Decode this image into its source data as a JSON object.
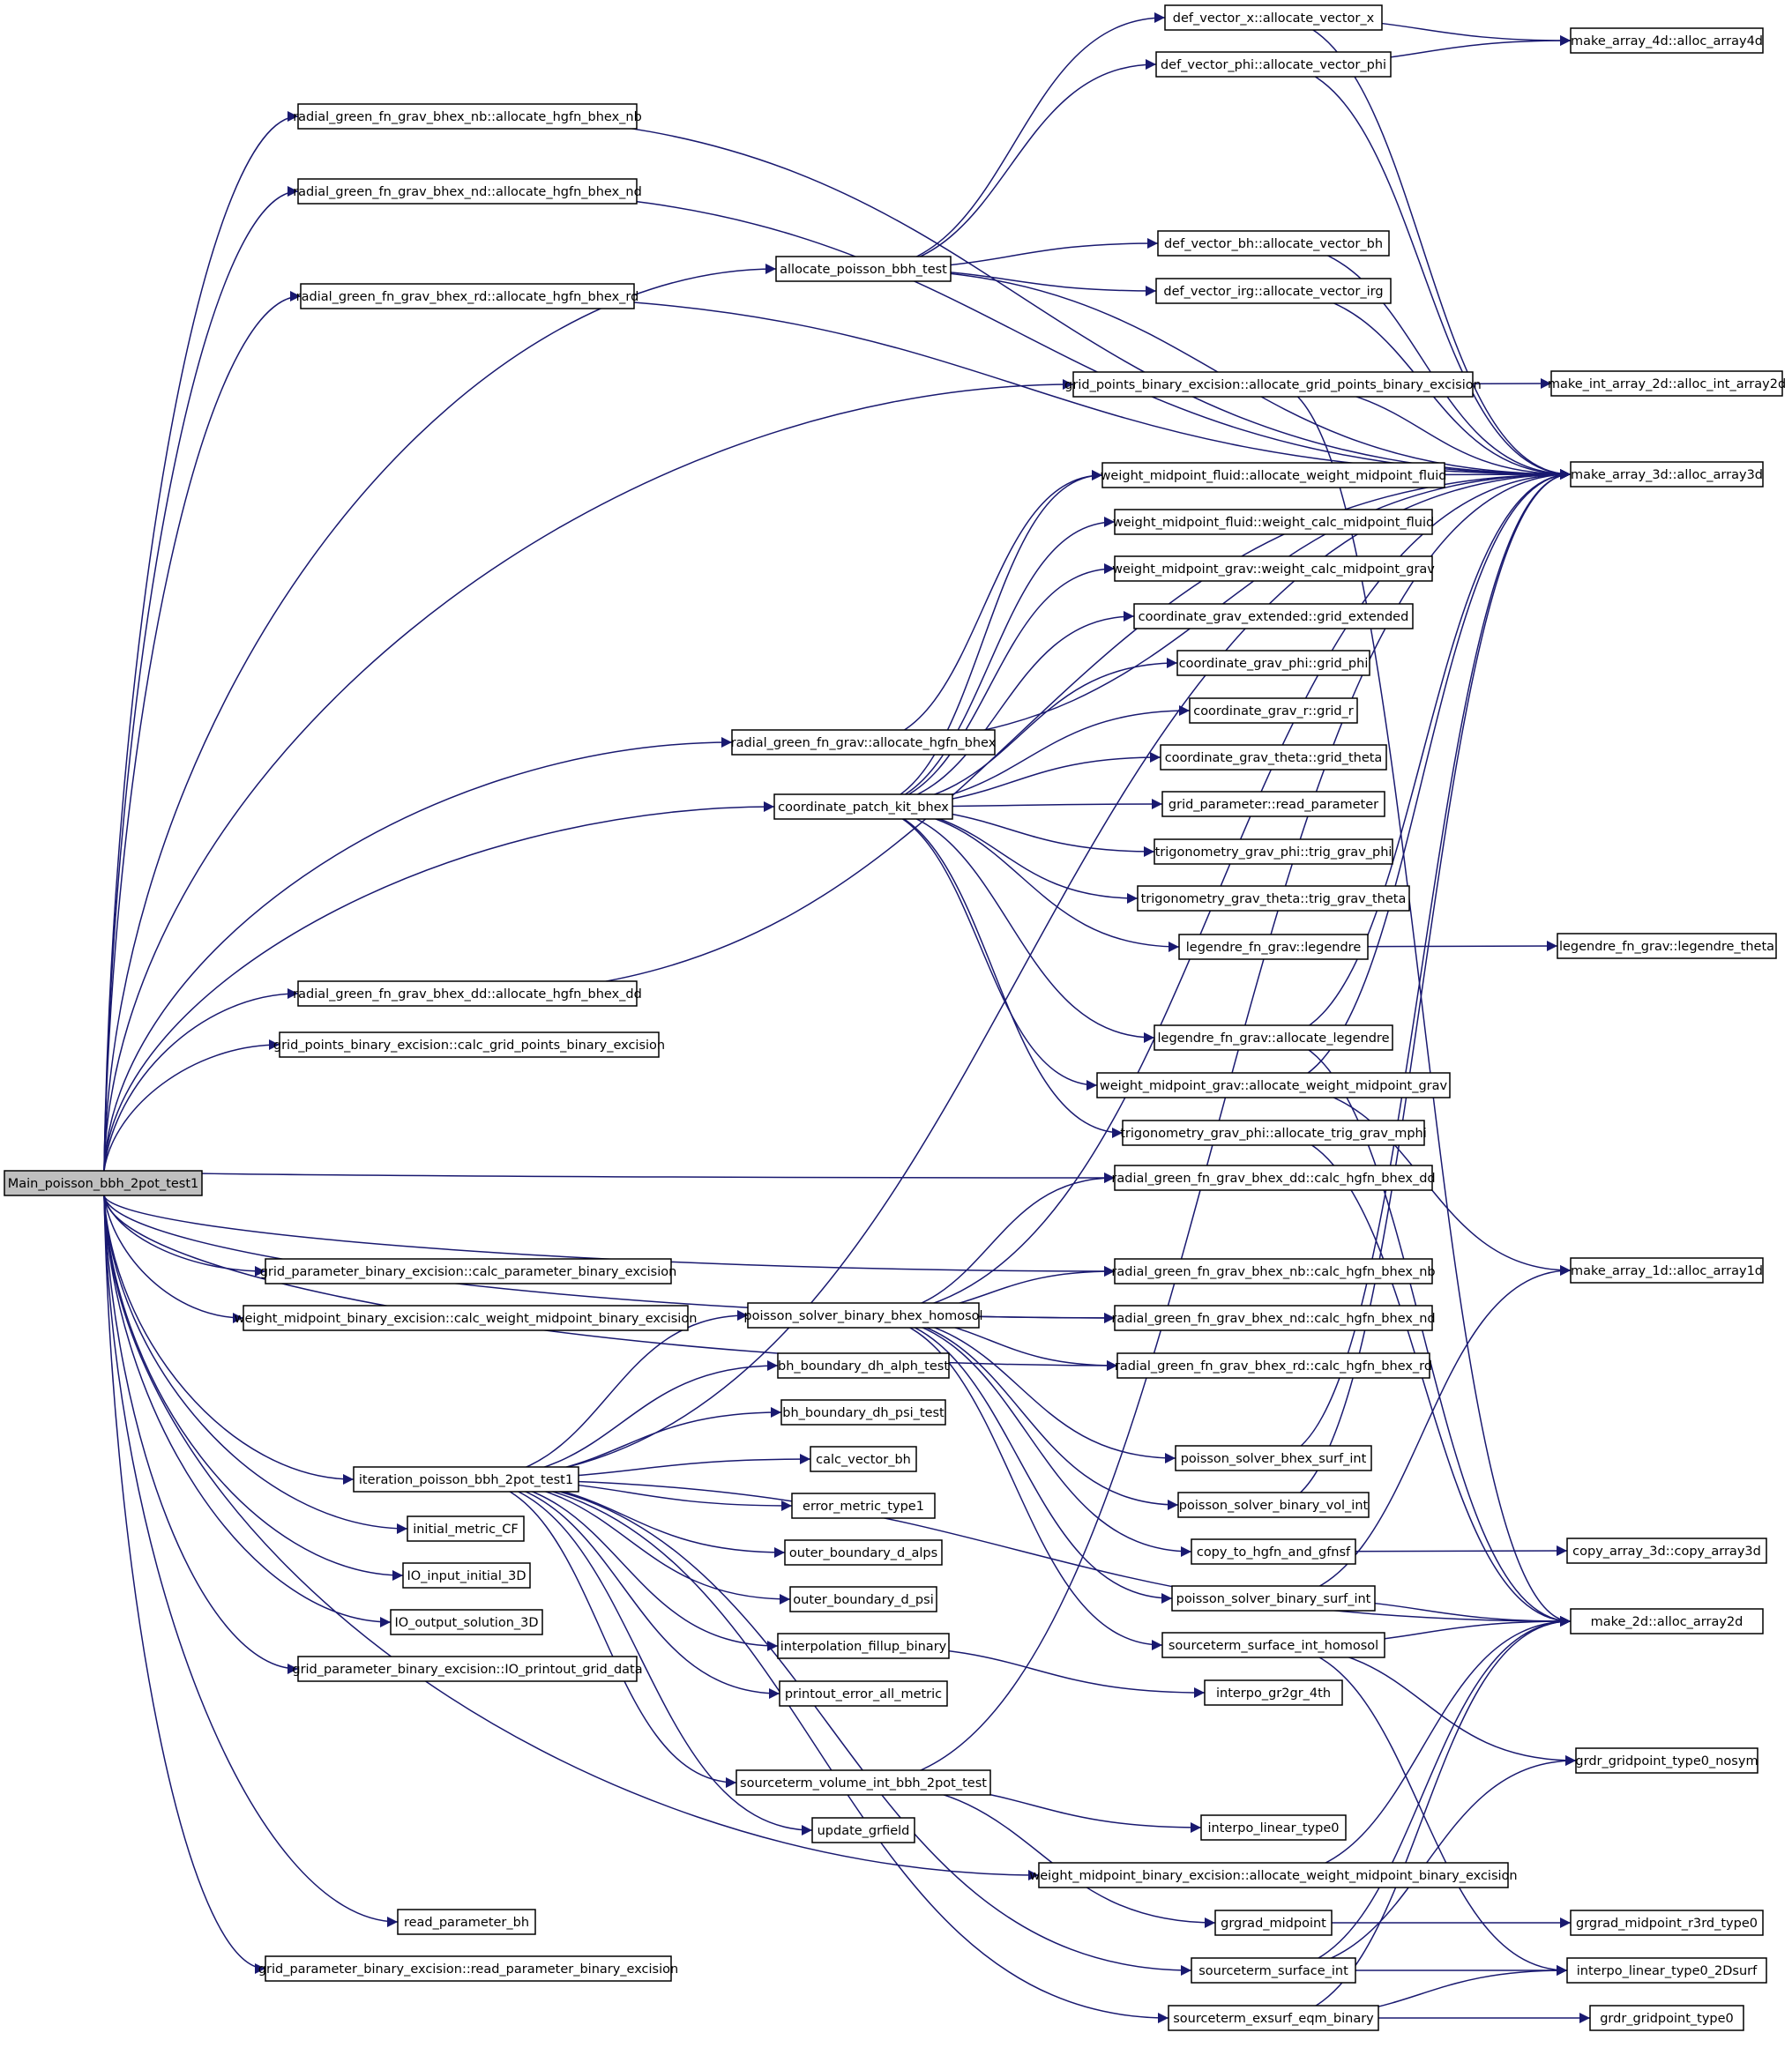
{
  "title": "",
  "colors": {
    "edge": "#191970",
    "node_border": "#000000",
    "root_fill": "#bfbfbf",
    "node_fill": "#ffffff"
  },
  "nodes": {
    "n_main": "Main_poisson_bbh_2pot_test1",
    "n_rgnb_alloc": "radial_green_fn_grav_bhex_nb::allocate_hgfn_bhex_nb",
    "n_rgnd_alloc": "radial_green_fn_grav_bhex_nd::allocate_hgfn_bhex_nd",
    "n_rgrd_alloc": "radial_green_fn_grav_bhex_rd::allocate_hgfn_bhex_rd",
    "n_alloc_poisson": "allocate_poisson_bbh_test",
    "n_rg_alloc": "radial_green_fn_grav::allocate_hgfn_bhex",
    "n_coord_patch": "coordinate_patch_kit_bhex",
    "n_rgdd_alloc": "radial_green_fn_grav_bhex_dd::allocate_hgfn_bhex_dd",
    "n_gpbe_calc": "grid_points_binary_excision::calc_grid_points_binary_excision",
    "n_gpbe_param_calc": "grid_parameter_binary_excision::calc_parameter_binary_excision",
    "n_wmbe_calc": "weight_midpoint_binary_excision::calc_weight_midpoint_binary_excision",
    "n_iteration": "iteration_poisson_bbh_2pot_test1",
    "n_initial_metric": "initial_metric_CF",
    "n_io_input": "IO_input_initial_3D",
    "n_io_output": "IO_output_solution_3D",
    "n_io_printout": "grid_parameter_binary_excision::IO_printout_grid_data",
    "n_read_bh": "read_parameter_bh",
    "n_read_param_be": "grid_parameter_binary_excision::read_parameter_binary_excision",
    "n_def_x": "def_vector_x::allocate_vector_x",
    "n_def_phi": "def_vector_phi::allocate_vector_phi",
    "n_def_bh": "def_vector_bh::allocate_vector_bh",
    "n_def_irg": "def_vector_irg::allocate_vector_irg",
    "n_gpbe_alloc": "grid_points_binary_excision::allocate_grid_points_binary_excision",
    "n_wmf_alloc": "weight_midpoint_fluid::allocate_weight_midpoint_fluid",
    "n_wmf_calc": "weight_midpoint_fluid::weight_calc_midpoint_fluid",
    "n_wmg_calc": "weight_midpoint_grav::weight_calc_midpoint_grav",
    "n_cge": "coordinate_grav_extended::grid_extended",
    "n_cgphi": "coordinate_grav_phi::grid_phi",
    "n_cgr": "coordinate_grav_r::grid_r",
    "n_cgtheta": "coordinate_grav_theta::grid_theta",
    "n_gp_read": "grid_parameter::read_parameter",
    "n_trig_phi": "trigonometry_grav_phi::trig_grav_phi",
    "n_trig_theta": "trigonometry_grav_theta::trig_grav_theta",
    "n_leg": "legendre_fn_grav::legendre",
    "n_leg_alloc": "legendre_fn_grav::allocate_legendre",
    "n_wmg_alloc": "weight_midpoint_grav::allocate_weight_midpoint_grav",
    "n_trig_alloc": "trigonometry_grav_phi::allocate_trig_grav_mphi",
    "n_rgdd_calc": "radial_green_fn_grav_bhex_dd::calc_hgfn_bhex_dd",
    "n_rgnb_calc": "radial_green_fn_grav_bhex_nb::calc_hgfn_bhex_nb",
    "n_rgnd_calc": "radial_green_fn_grav_bhex_nd::calc_hgfn_bhex_nd",
    "n_rgrd_calc": "radial_green_fn_grav_bhex_rd::calc_hgfn_bhex_rd",
    "n_poisson_solver": "poisson_solver_binary_bhex_homosol",
    "n_bh_alph": "bh_boundary_dh_alph_test",
    "n_bh_psi": "bh_boundary_dh_psi_test",
    "n_calc_vec_bh": "calc_vector_bh",
    "n_err_metric": "error_metric_type1",
    "n_outer_alps": "outer_boundary_d_alps",
    "n_outer_psi": "outer_boundary_d_psi",
    "n_interp_fill": "interpolation_fillup_binary",
    "n_printout_err": "printout_error_all_metric",
    "n_srcvol": "sourceterm_volume_int_bbh_2pot_test",
    "n_update": "update_grfield",
    "n_ps_surf": "poisson_solver_bhex_surf_int",
    "n_ps_vol": "poisson_solver_binary_vol_int",
    "n_copy_hgfn": "copy_to_hgfn_and_gfnsf",
    "n_ps_bsurf": "poisson_solver_binary_surf_int",
    "n_src_homosol": "sourceterm_surface_int_homosol",
    "n_interpo_gr2gr": "interpo_gr2gr_4th",
    "n_interpo_lin": "interpo_linear_type0",
    "n_wmbe_alloc": "weight_midpoint_binary_excision::allocate_weight_midpoint_binary_excision",
    "n_grgrad": "grgrad_midpoint",
    "n_src_surf": "sourceterm_surface_int",
    "n_src_exsurf": "sourceterm_exsurf_eqm_binary",
    "n_alloc4d": "make_array_4d::alloc_array4d",
    "n_alloc_int2d": "make_int_array_2d::alloc_int_array2d",
    "n_alloc3d": "make_array_3d::alloc_array3d",
    "n_leg_theta": "legendre_fn_grav::legendre_theta",
    "n_alloc1d": "make_array_1d::alloc_array1d",
    "n_copy3d": "copy_array_3d::copy_array3d",
    "n_alloc2d": "make_2d::alloc_array2d",
    "n_grdr_nosym": "grdr_gridpoint_type0_nosym",
    "n_grgrad_r3rd": "grgrad_midpoint_r3rd_type0",
    "n_interpo_2dsurf": "interpo_linear_type0_2Dsurf",
    "n_grdr_type0": "grdr_gridpoint_type0"
  }
}
